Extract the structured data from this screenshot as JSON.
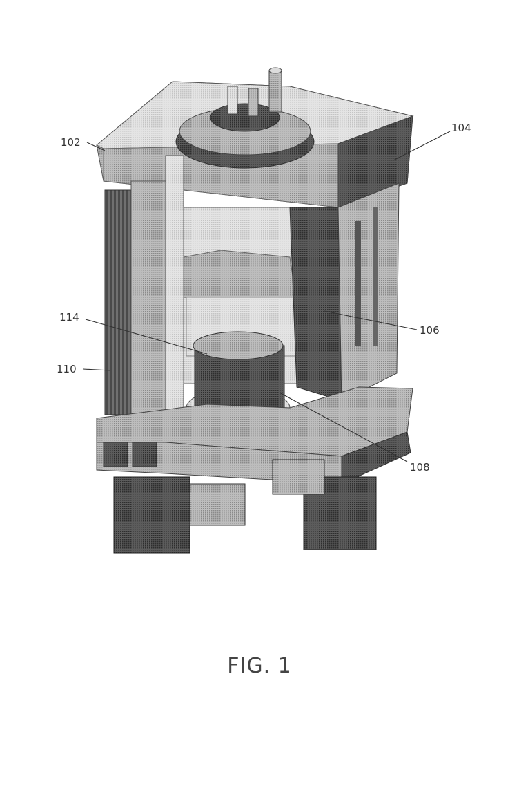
{
  "figure": {
    "caption": "FIG. 1",
    "labels": {
      "ref_102": "102",
      "ref_104": "104",
      "ref_106": "106",
      "ref_108": "108",
      "ref_110": "110",
      "ref_114": "114"
    }
  }
}
